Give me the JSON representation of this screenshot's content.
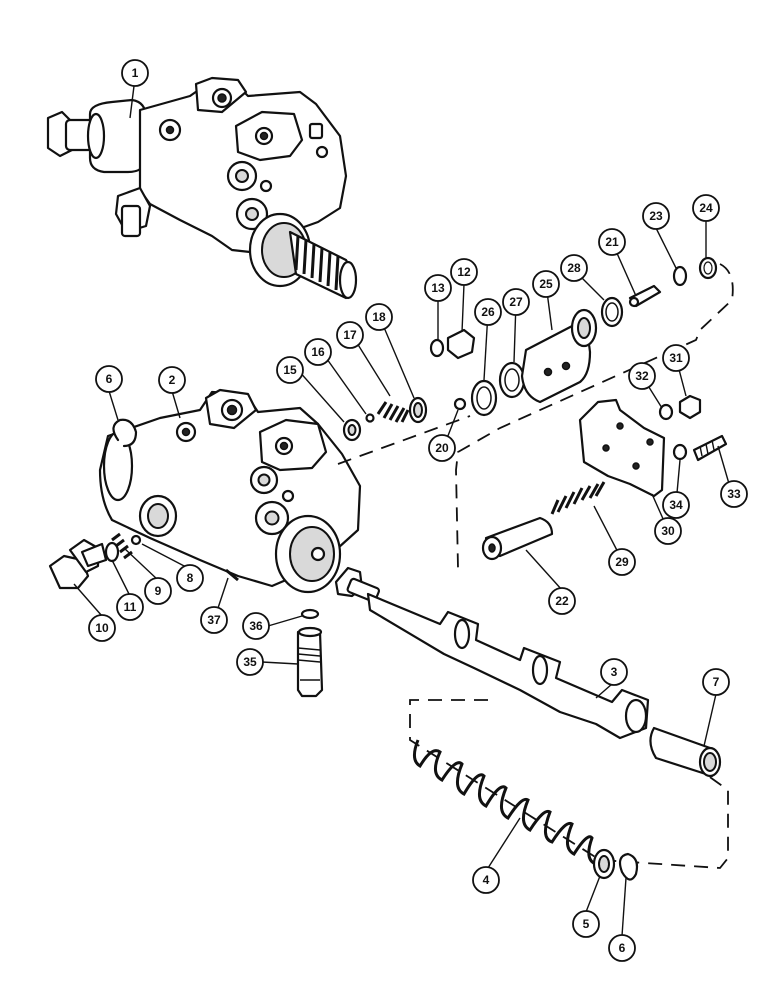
{
  "callouts": [
    {
      "id": "1",
      "label": "1"
    },
    {
      "id": "2",
      "label": "2"
    },
    {
      "id": "3",
      "label": "3"
    },
    {
      "id": "4",
      "label": "4"
    },
    {
      "id": "5",
      "label": "5"
    },
    {
      "id": "6a",
      "label": "6"
    },
    {
      "id": "6b",
      "label": "6"
    },
    {
      "id": "7",
      "label": "7"
    },
    {
      "id": "8",
      "label": "8"
    },
    {
      "id": "9",
      "label": "9"
    },
    {
      "id": "10",
      "label": "10"
    },
    {
      "id": "11",
      "label": "11"
    },
    {
      "id": "12",
      "label": "12"
    },
    {
      "id": "13",
      "label": "13"
    },
    {
      "id": "15",
      "label": "15"
    },
    {
      "id": "16",
      "label": "16"
    },
    {
      "id": "17",
      "label": "17"
    },
    {
      "id": "18",
      "label": "18"
    },
    {
      "id": "20",
      "label": "20"
    },
    {
      "id": "21",
      "label": "21"
    },
    {
      "id": "22",
      "label": "22"
    },
    {
      "id": "23",
      "label": "23"
    },
    {
      "id": "24",
      "label": "24"
    },
    {
      "id": "25",
      "label": "25"
    },
    {
      "id": "26",
      "label": "26"
    },
    {
      "id": "27",
      "label": "27"
    },
    {
      "id": "28",
      "label": "28"
    },
    {
      "id": "29",
      "label": "29"
    },
    {
      "id": "30",
      "label": "30"
    },
    {
      "id": "31",
      "label": "31"
    },
    {
      "id": "32",
      "label": "32"
    },
    {
      "id": "33",
      "label": "33"
    },
    {
      "id": "34",
      "label": "34"
    },
    {
      "id": "35",
      "label": "35"
    },
    {
      "id": "36",
      "label": "36"
    },
    {
      "id": "37",
      "label": "37"
    }
  ]
}
